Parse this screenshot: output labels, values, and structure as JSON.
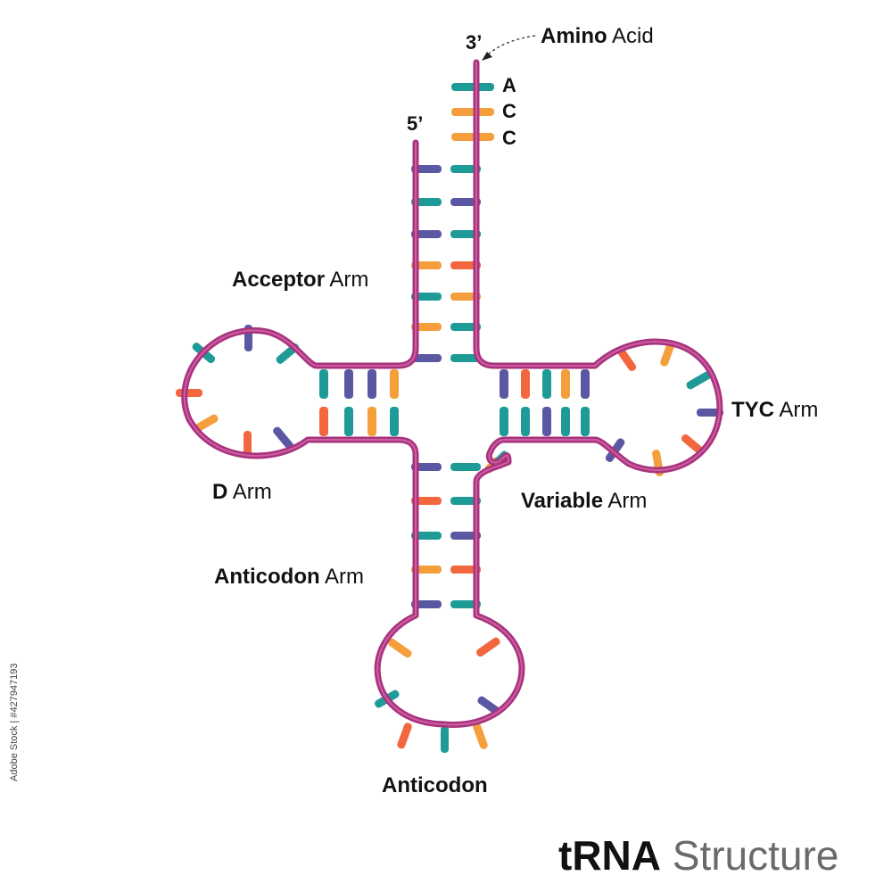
{
  "labels": {
    "three_prime": "3’",
    "five_prime": "5’",
    "amino_bold": "Amino",
    "amino_rest": " Acid",
    "base_a": "A",
    "base_c1": "C",
    "base_c2": "C",
    "acceptor_bold": "Acceptor",
    "acceptor_rest": " Arm",
    "d_bold": "D",
    "d_rest": " Arm",
    "tpsic_bold": "TΥC",
    "tpsic_rest": " Arm",
    "variable_bold": "Variable",
    "variable_rest": " Arm",
    "anticodon_arm_bold": "Anticodon",
    "anticodon_arm_rest": " Arm",
    "anticodon": "Anticodon"
  },
  "title": {
    "main": "tRNA",
    "sub": " Structure"
  },
  "side_text": "Adobe Stock | #427947193",
  "colors": {
    "backbone": "#a8327e",
    "backbone_highlight": "#d46aa8",
    "teal": "#1f9b97",
    "purple": "#5b58a3",
    "orange": "#f59e3c",
    "red": "#f2673d"
  }
}
